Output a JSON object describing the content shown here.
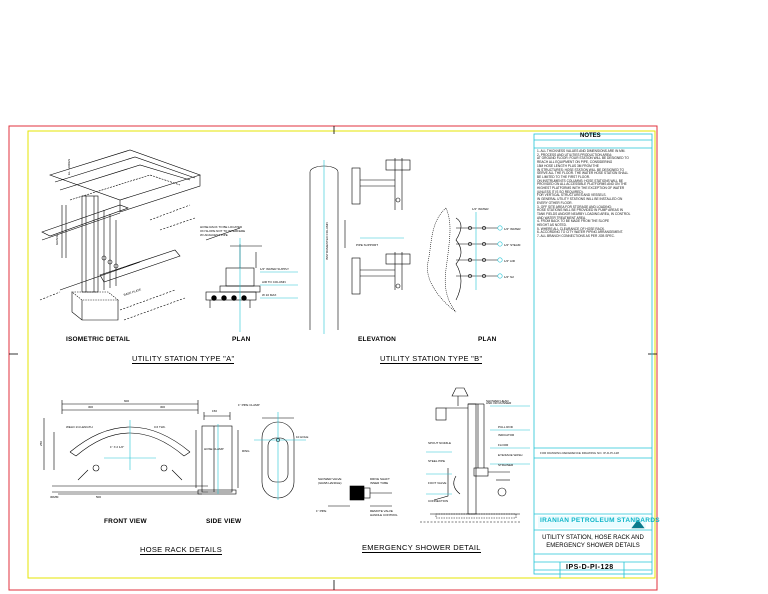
{
  "sheet": {
    "colors": {
      "border": "#e0323c",
      "frame": "#e6e600",
      "cyan": "#22c4d6",
      "ink": "#000000"
    }
  },
  "views": {
    "isometric_detail": "ISOMETRIC DETAIL",
    "plan_a": "PLAN",
    "elevation_b": "ELEVATION",
    "plan_b": "PLAN",
    "front_view": "FRONT VIEW",
    "side_view": "SIDE VIEW"
  },
  "titles": {
    "utility_a": "UTILITY STATION TYPE \"A\"",
    "utility_b": "UTILITY STATION TYPE \"B\"",
    "hose_rack": "HOSE RACK DETAILS",
    "emergency_shower": "EMERGENCY SHOWER DETAIL"
  },
  "notes": {
    "heading": "NOTES",
    "lines": [
      "1- ALL THICKNESS VALUES AND DIMENSIONS ARE IN MM.",
      "2- PROCESS AND UTILITIES PRODUCTION AREA:",
      "   AT GROUND FLOOR: FOUR STATION WILL BE DESIGNED TO",
      "   REACH ALL EQUIPMENT ON PIPE, CONSIDERING",
      "   15M HOSE LENGTH PLUS 3M FROM THE",
      "   IN STRUCTURES: HOSE STATION WILL BE DESIGNED TO",
      "   SERVE ALL THE FLOOR. THE WATER HOSE STATION SHALL",
      "   BE LIMITED TO THE FIRST FLOOR.",
      "   ON INSTRUMENTS COLUMNS: HOSE STATIONS WILL BE",
      "   PROVIDED ON ALL ACCESSIBLE PLATFORMS AND ON THE",
      "   HIGHEST PLATFORMS WITH THE EXCEPTION OF WATER",
      "   (UNLESS IT IS SO REQUIRED).",
      "   FOR VERTICAL STRUCTURES AND VESSELS.",
      "   IN GENERAL UTILITY STATIONS WILL BE INSTALLED ON",
      "   EVERY OTHER FLOOR.",
      "3- OFF SITE AREA FOR STORAGE AND LOADING:",
      "   HOSE STATIONS WILL BE PROVIDED IN PUMP AREAS IN",
      "   TANK FIELDS AND/OR NEARBY LOADING AREA, IN CONTROL",
      "   AND WATER TREATMENT AREA.",
      "4- FROM BACK TO BE MADE FROM THE SLOPE",
      "   HEIGHT AS NOTED.",
      "5- WHERE ALL CLEARANCE OF HOSE RACK.",
      "6- ACCORDING TO CITY WATER PIPING ARRANGEMENT.",
      "7- ALL BRANCH CONNECTIONS AS PER JOB SPEC."
    ],
    "reference": "FOR DRAWING REFERENCE DRAWING NO. IP-D-PI-128"
  },
  "title_block": {
    "company": "IRANIAN PETROLEUM STANDARDS",
    "title": "UTILITY STATION, HOSE RACK AND EMERGENCY SHOWER DETAILS",
    "code": "IPS-D-PI-128"
  }
}
